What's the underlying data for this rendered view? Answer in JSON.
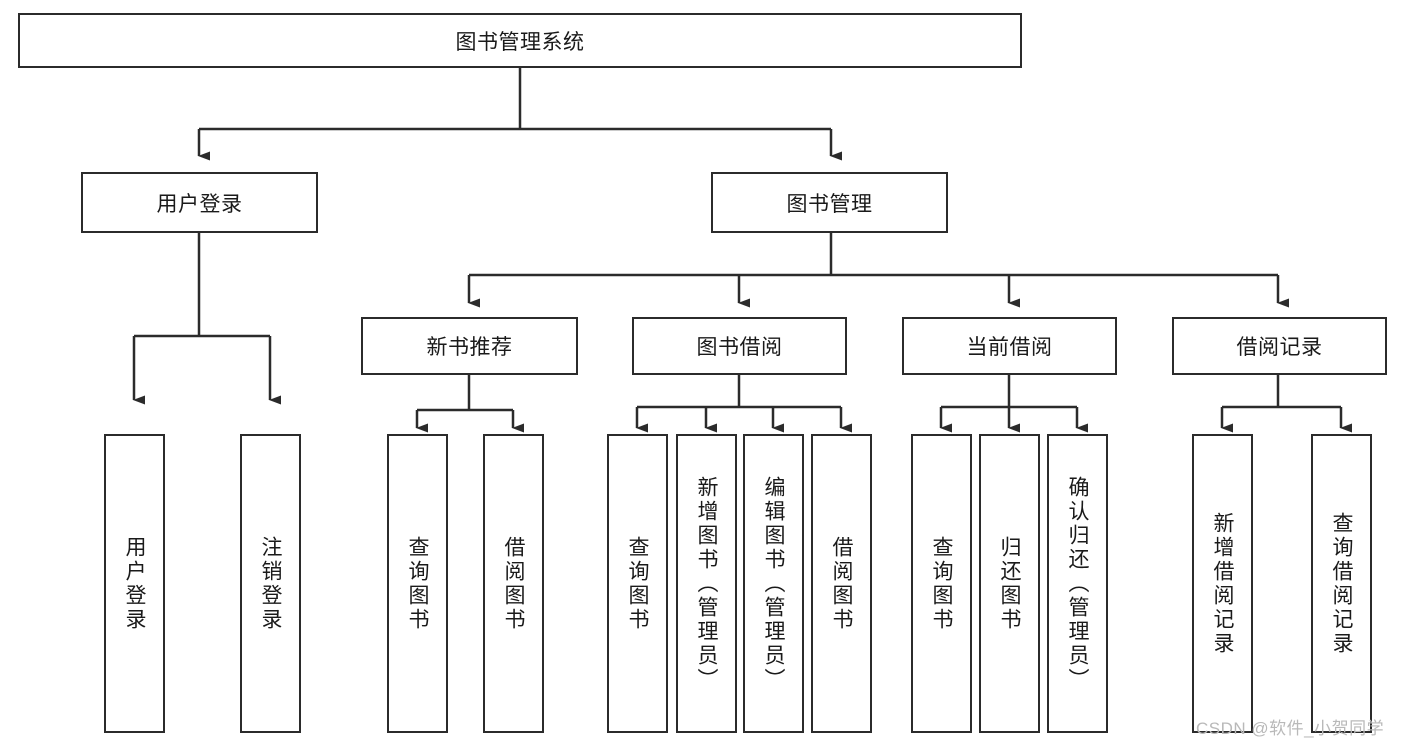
{
  "diagram": {
    "type": "tree-hierarchy",
    "title_node": {
      "label": "图书管理系统"
    },
    "level2": [
      {
        "id": "user-login",
        "label": "用户登录"
      },
      {
        "id": "book-management",
        "label": "图书管理"
      }
    ],
    "level3": [
      {
        "id": "new-book-recommend",
        "label": "新书推荐",
        "parent": "book-management"
      },
      {
        "id": "book-borrow",
        "label": "图书借阅",
        "parent": "book-management"
      },
      {
        "id": "current-borrow",
        "label": "当前借阅",
        "parent": "book-management"
      },
      {
        "id": "borrow-record",
        "label": "借阅记录",
        "parent": "book-management"
      }
    ],
    "leaves": {
      "user_login": [
        {
          "id": "leaf-user-login",
          "label": "用户登录"
        },
        {
          "id": "leaf-logout",
          "label": "注销登录"
        }
      ],
      "new_book_recommend": [
        {
          "id": "leaf-query-book-1",
          "label": "查询图书"
        },
        {
          "id": "leaf-borrow-book-1",
          "label": "借阅图书"
        }
      ],
      "book_borrow": [
        {
          "id": "leaf-query-book-2",
          "label": "查询图书"
        },
        {
          "id": "leaf-add-book",
          "label": "新增图书（管理员）"
        },
        {
          "id": "leaf-edit-book",
          "label": "编辑图书（管理员）"
        },
        {
          "id": "leaf-borrow-book-2",
          "label": "借阅图书"
        }
      ],
      "current_borrow": [
        {
          "id": "leaf-query-book-3",
          "label": "查询图书"
        },
        {
          "id": "leaf-return-book",
          "label": "归还图书"
        },
        {
          "id": "leaf-confirm-return",
          "label": "确认归还（管理员）"
        }
      ],
      "borrow_record": [
        {
          "id": "leaf-add-record",
          "label": "新增借阅记录"
        },
        {
          "id": "leaf-query-record",
          "label": "查询借阅记录"
        }
      ]
    }
  },
  "watermark": {
    "text": "CSDN @软件_小贺同学"
  },
  "colors": {
    "stroke": "#2b2b2b",
    "background": "#ffffff",
    "text": "#1a1a1a",
    "watermark": "#b9b9b9"
  }
}
